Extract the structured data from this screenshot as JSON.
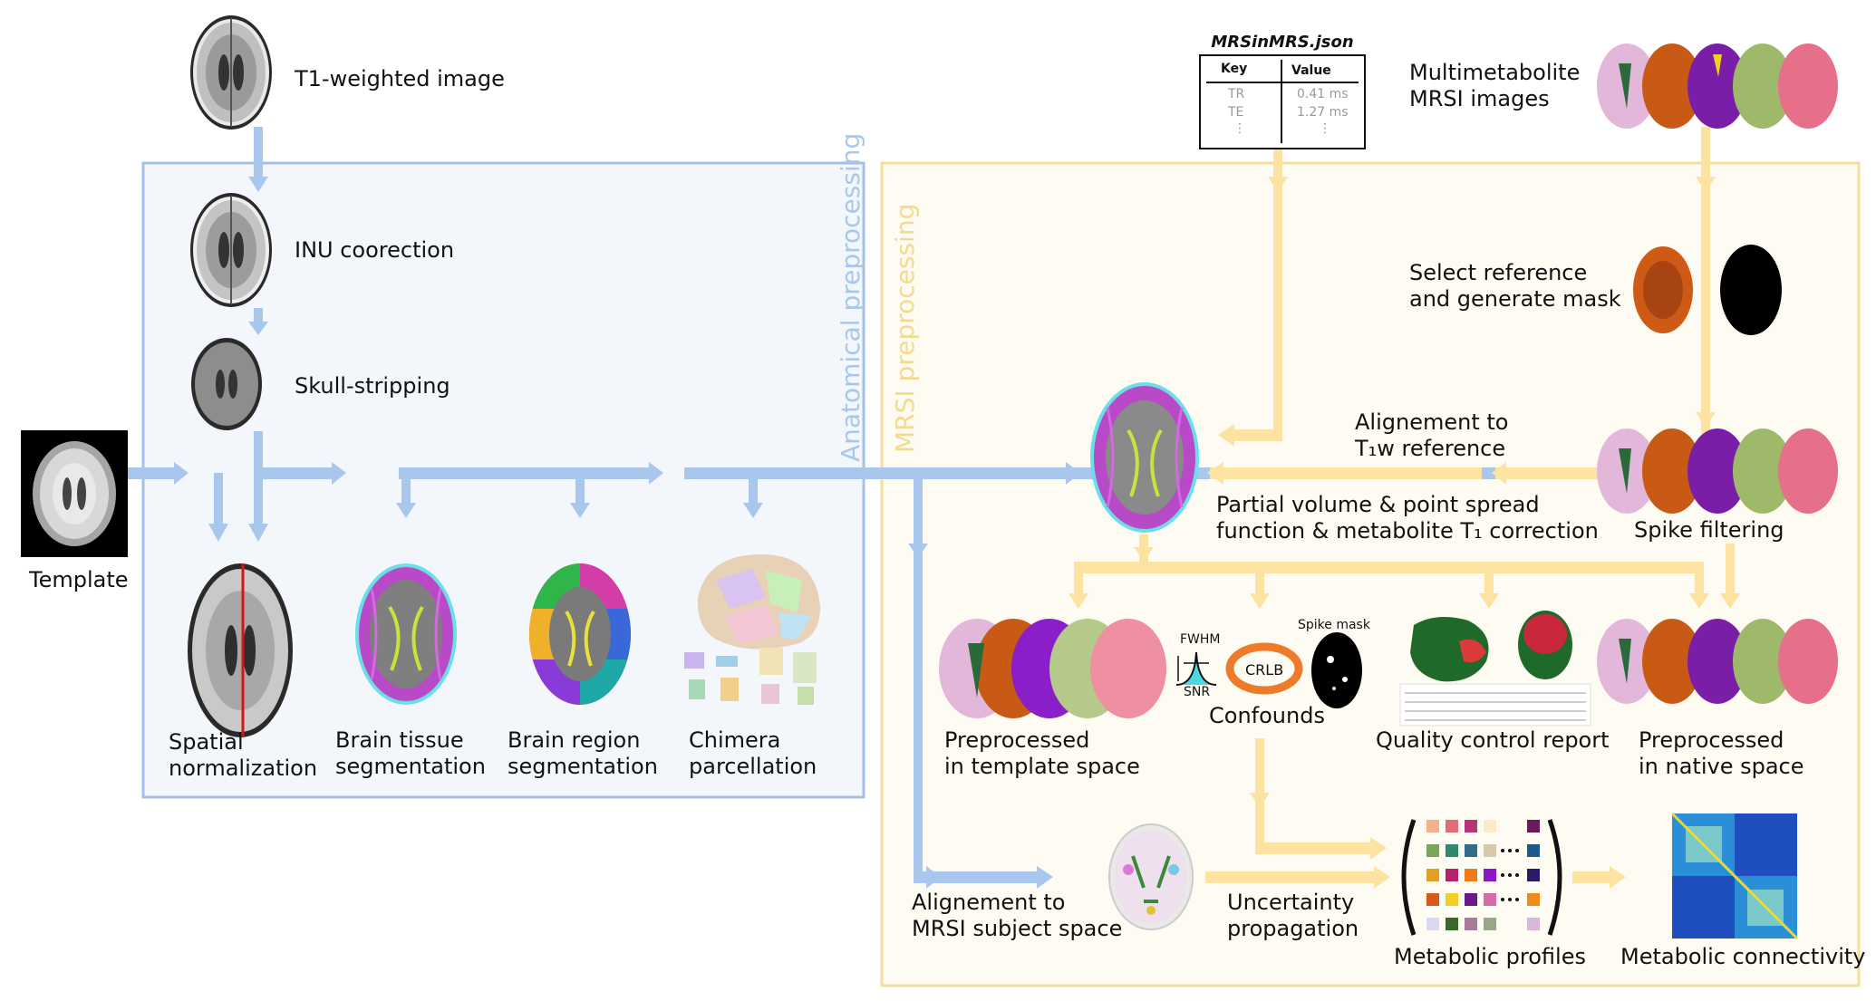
{
  "colors": {
    "anat": "#a9c7ec",
    "anat_border": "#a3c1e6",
    "anat_fill": "#f3f7fc",
    "mrsi": "#fde3a1",
    "mrsi_border": "#f7dc9b",
    "mrsi_fill": "#fefbf2"
  },
  "sections": {
    "anatomical": "Anatomical preprocessing",
    "mrsi": "MRSI preprocessing"
  },
  "steps": {
    "t1": "T1-weighted image",
    "inu": "INU coorection",
    "skull": "Skull-stripping",
    "template": "Template",
    "spatial_norm": [
      "Spatial",
      "normalization"
    ],
    "tissue_seg": [
      "Brain tissue",
      "segmentation"
    ],
    "region_seg": [
      "Brain region",
      "segmentation"
    ],
    "chimera": [
      "Chimera",
      "parcellation"
    ],
    "multimet": [
      "Multimetabolite",
      "MRSI images"
    ],
    "select_ref": [
      "Select reference",
      "and generate mask"
    ],
    "align_t1w": [
      "Alignement to",
      "T₁w reference"
    ],
    "spike": "Spike filtering",
    "pv": [
      "Partial volume & point spread",
      "function & metabolite T₁ correction"
    ],
    "pre_template": [
      "Preprocessed",
      "in template space"
    ],
    "confounds": "Confounds",
    "qc": "Quality control report",
    "pre_native": [
      "Preprocessed",
      "in native space"
    ],
    "align_mrsi": [
      "Alignement to",
      "MRSI subject space"
    ],
    "uncertainty": [
      "Uncertainty",
      "propagation"
    ],
    "profiles": "Metabolic profiles",
    "connectivity": "Metabolic connectivity"
  },
  "json_table": {
    "title": "MRSinMRS.json",
    "headers": [
      "Key",
      "Value"
    ],
    "rows": [
      [
        "TR",
        "0.41 ms"
      ],
      [
        "TE",
        "1.27 ms"
      ]
    ],
    "ellipsis": "⋮"
  },
  "confound_labels": {
    "fwhm": "FWHM",
    "snr": "SNR",
    "crlb": "CRLB",
    "spike_mask": "Spike mask"
  }
}
